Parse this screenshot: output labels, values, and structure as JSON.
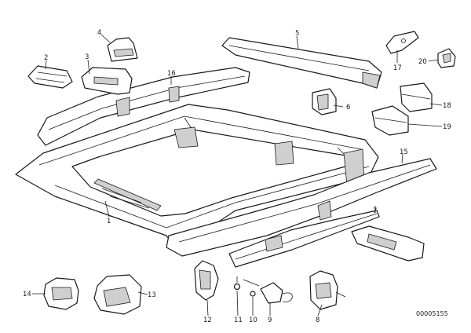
{
  "diagram": {
    "callouts": [
      {
        "id": "p1",
        "label": "1"
      },
      {
        "id": "p2",
        "label": "2"
      },
      {
        "id": "p3",
        "label": "3"
      },
      {
        "id": "p4",
        "label": "4"
      },
      {
        "id": "p5",
        "label": "5"
      },
      {
        "id": "p6",
        "label": "6"
      },
      {
        "id": "p7",
        "label": "7"
      },
      {
        "id": "p8",
        "label": "8"
      },
      {
        "id": "p9",
        "label": "9"
      },
      {
        "id": "p10",
        "label": "10"
      },
      {
        "id": "p11",
        "label": "11"
      },
      {
        "id": "p12",
        "label": "12"
      },
      {
        "id": "p13",
        "label": "13"
      },
      {
        "id": "p14",
        "label": "14"
      },
      {
        "id": "p15",
        "label": "15"
      },
      {
        "id": "p16",
        "label": "16"
      },
      {
        "id": "p17",
        "label": "17"
      },
      {
        "id": "p18",
        "label": "18"
      },
      {
        "id": "p19",
        "label": "19"
      },
      {
        "id": "p20",
        "label": "20"
      }
    ],
    "reference_number": "00005155"
  }
}
